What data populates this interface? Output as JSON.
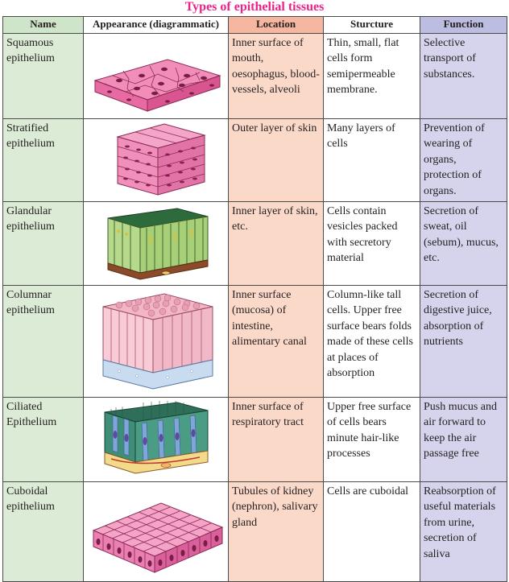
{
  "title": "Types of epithelial tissues",
  "headers": {
    "name": "Name",
    "appearance": "Appearance (diagrammatic)",
    "location": "Location",
    "structure": "Sturcture",
    "function": "Function"
  },
  "rows": [
    {
      "name": "Squamous epithelium",
      "icon": "squamous-epithelium-illustration",
      "location": "Inner surface of mouth, oesophagus, blood-vessels, alveoli",
      "structure": "Thin, small, flat cells form semipermeable membrane.",
      "function": "Selective transport of substances."
    },
    {
      "name": "Stratified epithelium",
      "icon": "stratified-epithelium-illustration",
      "location": "Outer layer of skin",
      "structure": "Many layers of cells",
      "function": "Prevention of wearing of organs, protection of organs."
    },
    {
      "name": "Glandular epithelium",
      "icon": "glandular-epithelium-illustration",
      "location": "Inner layer of skin, etc.",
      "structure": "Cells contain vesicles packed with secretory material",
      "function": "Secretion of sweat, oil (sebum), mucus, etc."
    },
    {
      "name": "Columnar epithelium",
      "icon": "columnar-epithelium-illustration",
      "location": "Inner surface (mucosa) of intestine, alimentary canal",
      "structure": "Column-like tall cells. Upper free surface bears folds made of these cells at places of absorption",
      "function": "Secretion of digestive juice, absorption of nutrients"
    },
    {
      "name": "Ciliated Epithelium",
      "icon": "ciliated-epithelium-illustration",
      "location": "Inner surface of respiratory tract",
      "structure": "Upper free surface of cells bears minute hair-like processes",
      "function": "Push mucus and air forward to keep the air passage free"
    },
    {
      "name": "Cuboidal epithelium",
      "icon": "cuboidal-epithelium-illustration",
      "location": "Tubules of kidney (nephron), salivary gland",
      "structure": "Cells are cuboidal",
      "function": "Reabsorption of useful materials from urine, secretion of saliva"
    }
  ]
}
